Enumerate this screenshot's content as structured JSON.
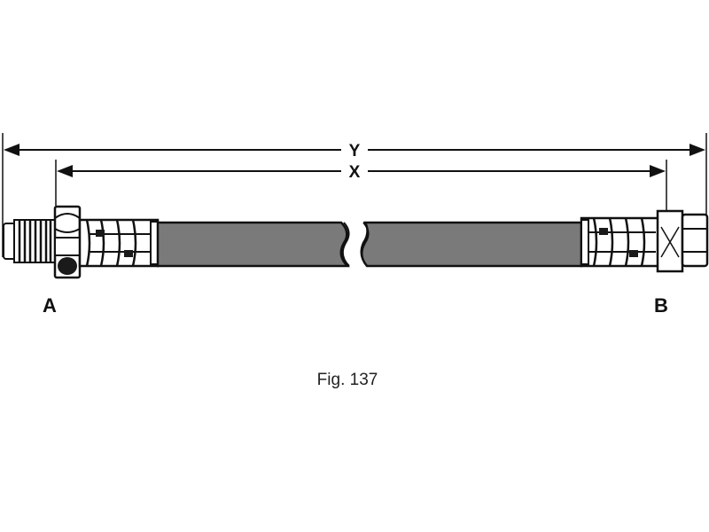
{
  "dimensions": {
    "overall_label": "Y",
    "fitting_label": "X"
  },
  "ends": {
    "left_label": "A",
    "right_label": "B"
  },
  "caption": "Fig. 137",
  "colors": {
    "line": "#111111",
    "hose_fill": "#7a7a7a",
    "fitting_fill": "#ffffff",
    "dark_fill": "#1a1a1a",
    "background": "#ffffff"
  }
}
